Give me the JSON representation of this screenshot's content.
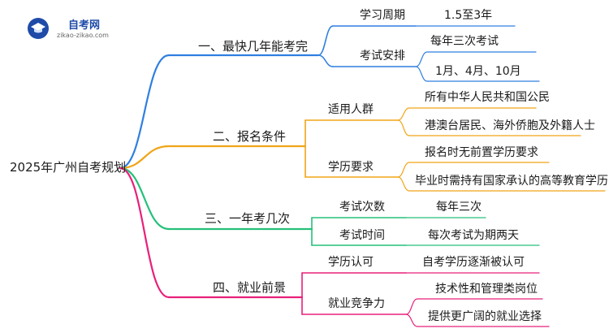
{
  "logo": {
    "title": "自考网",
    "url": "zikao-zikao.com"
  },
  "root": "2025年广州自考规划",
  "branches": [
    {
      "label": "一、最快几年能考完",
      "color": "#2f7fe0",
      "children": [
        {
          "label": "学习周期",
          "leaves": [
            "1.5至3年"
          ]
        },
        {
          "label": "考试安排",
          "leaves": [
            "每年三次考试",
            "1月、4月、10月"
          ]
        }
      ]
    },
    {
      "label": "二、报名条件",
      "color": "#f0a516",
      "children": [
        {
          "label": "适用人群",
          "leaves": [
            "所有中华人民共和国公民",
            "港澳台居民、海外侨胞及外籍人士"
          ]
        },
        {
          "label": "学历要求",
          "leaves": [
            "报名时无前置学历要求",
            "毕业时需持有国家承认的高等教育学历"
          ]
        }
      ]
    },
    {
      "label": "三、一年考几次",
      "color": "#25c07a",
      "children": [
        {
          "label": "考试次数",
          "leaves": [
            "每年三次"
          ]
        },
        {
          "label": "考试时间",
          "leaves": [
            "每次考试为期两天"
          ]
        }
      ]
    },
    {
      "label": "四、就业前景",
      "color": "#e8207a",
      "children": [
        {
          "label": "学历认可",
          "leaves": [
            "自考学历逐渐被认可"
          ]
        },
        {
          "label": "就业竞争力",
          "leaves": [
            "技术性和管理类岗位",
            "提供更广阔的就业选择"
          ]
        }
      ]
    }
  ]
}
